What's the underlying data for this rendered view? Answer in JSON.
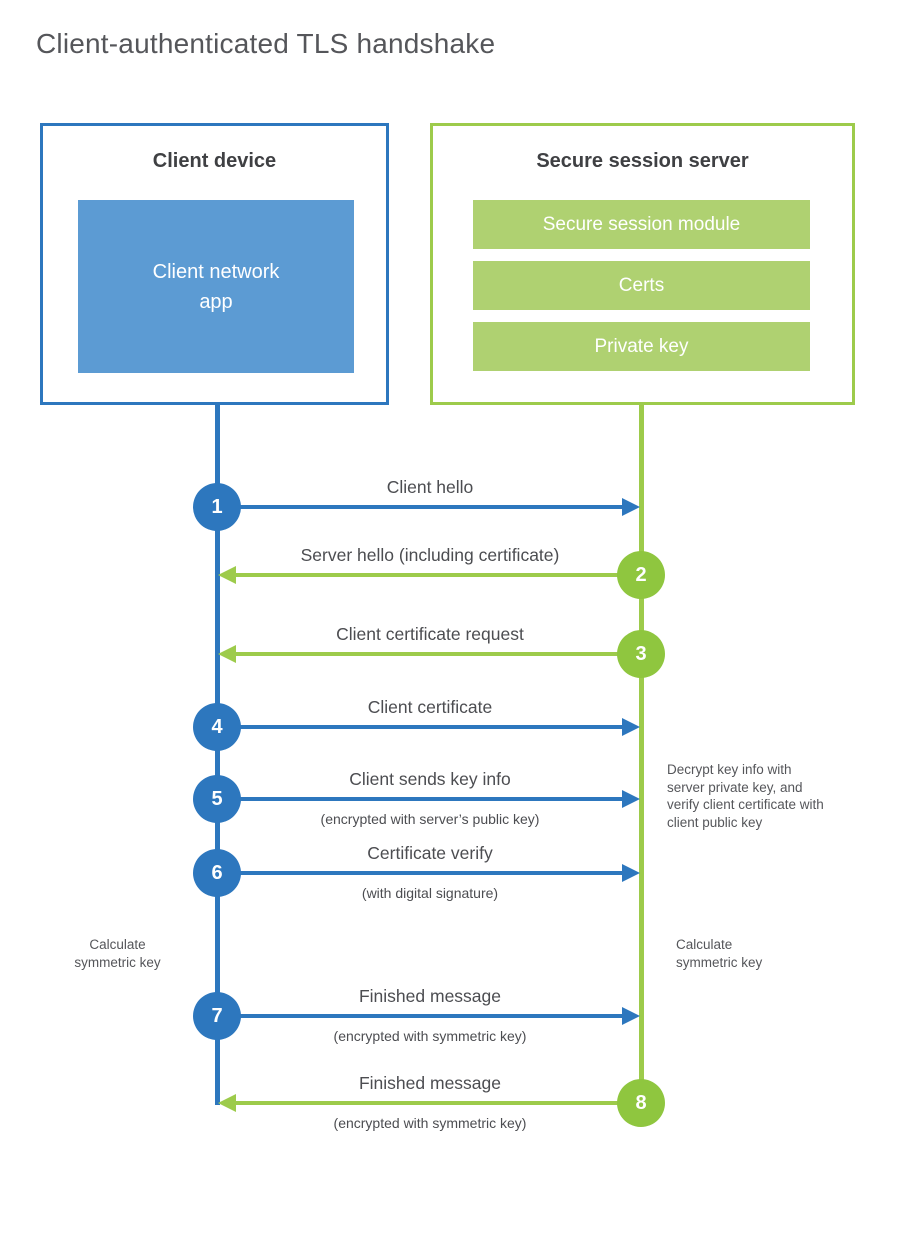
{
  "title": "Client-authenticated TLS handshake",
  "colors": {
    "blue": "#2D77BE",
    "blue-fill": "#5C9BD3",
    "green": "#9DCB4B",
    "green-circle": "#8FC63F",
    "green-bar": "#AFD171",
    "text-dark": "#3F4043",
    "text-gray": "#4C4D51",
    "note-gray": "#55565A"
  },
  "client": {
    "title": "Client device",
    "app": "Client network\napp"
  },
  "server": {
    "title": "Secure session server",
    "modules": [
      "Secure session module",
      "Certs",
      "Private key"
    ]
  },
  "messages": [
    {
      "num": "1",
      "label": "Client hello"
    },
    {
      "num": "2",
      "label": "Server hello (including certificate)"
    },
    {
      "num": "3",
      "label": "Client certificate request"
    },
    {
      "num": "4",
      "label": "Client certificate"
    },
    {
      "num": "5",
      "label": "Client sends key info",
      "sublabel": "(encrypted with server’s public key)"
    },
    {
      "num": "6",
      "label": "Certificate verify",
      "sublabel": "(with digital signature)"
    },
    {
      "num": "7",
      "label": "Finished message",
      "sublabel": "(encrypted with symmetric key)"
    },
    {
      "num": "8",
      "label": "Finished message",
      "sublabel": "(encrypted with symmetric key)"
    }
  ],
  "notes": {
    "decrypt": "Decrypt key info with server private key, and verify client certificate with client public key",
    "calc_left": "Calculate\nsymmetric key",
    "calc_right": "Calculate\nsymmetric key"
  }
}
